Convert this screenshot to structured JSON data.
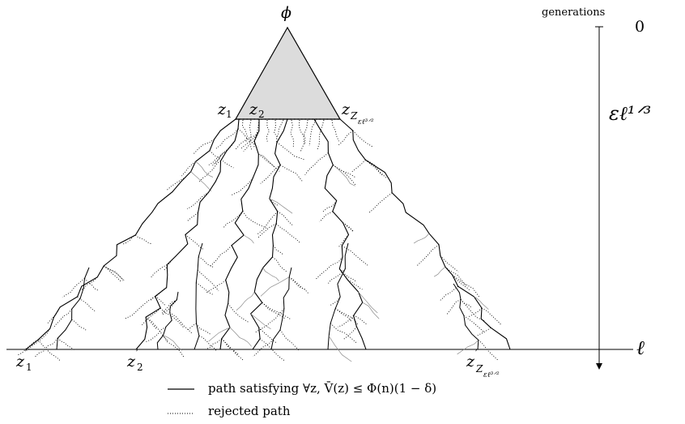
{
  "root_label": "ϕ",
  "top_labels": {
    "z1": {
      "base": "z",
      "sub": "1"
    },
    "z2": {
      "base": "z",
      "sub": "2"
    },
    "zlast": {
      "base": "z",
      "sub": "Z",
      "subsub": "εℓ³ᐟ²"
    }
  },
  "bottom_labels": {
    "z1p": {
      "base": "z",
      "prime": "′",
      "sub": "1"
    },
    "z2p": {
      "base": "z",
      "prime": "′",
      "sub": "2"
    },
    "zlastp": {
      "base": "z",
      "prime": "′",
      "sub": "Z",
      "subsub": "εℓ³ᐟ²"
    }
  },
  "axis": {
    "title": "generations",
    "top_value": "0",
    "mid_value": "εℓ¹ᐟ³",
    "bottom_value": "ℓ"
  },
  "legend": {
    "solid": "path satisfying ∀z, V̄(z) ≤ Φ(n)(1 − δ)",
    "dotted": "rejected path"
  },
  "colors": {
    "triangle_fill": "#dcdcdc",
    "line": "#000000",
    "gray_branch": "#8a8a8a"
  }
}
